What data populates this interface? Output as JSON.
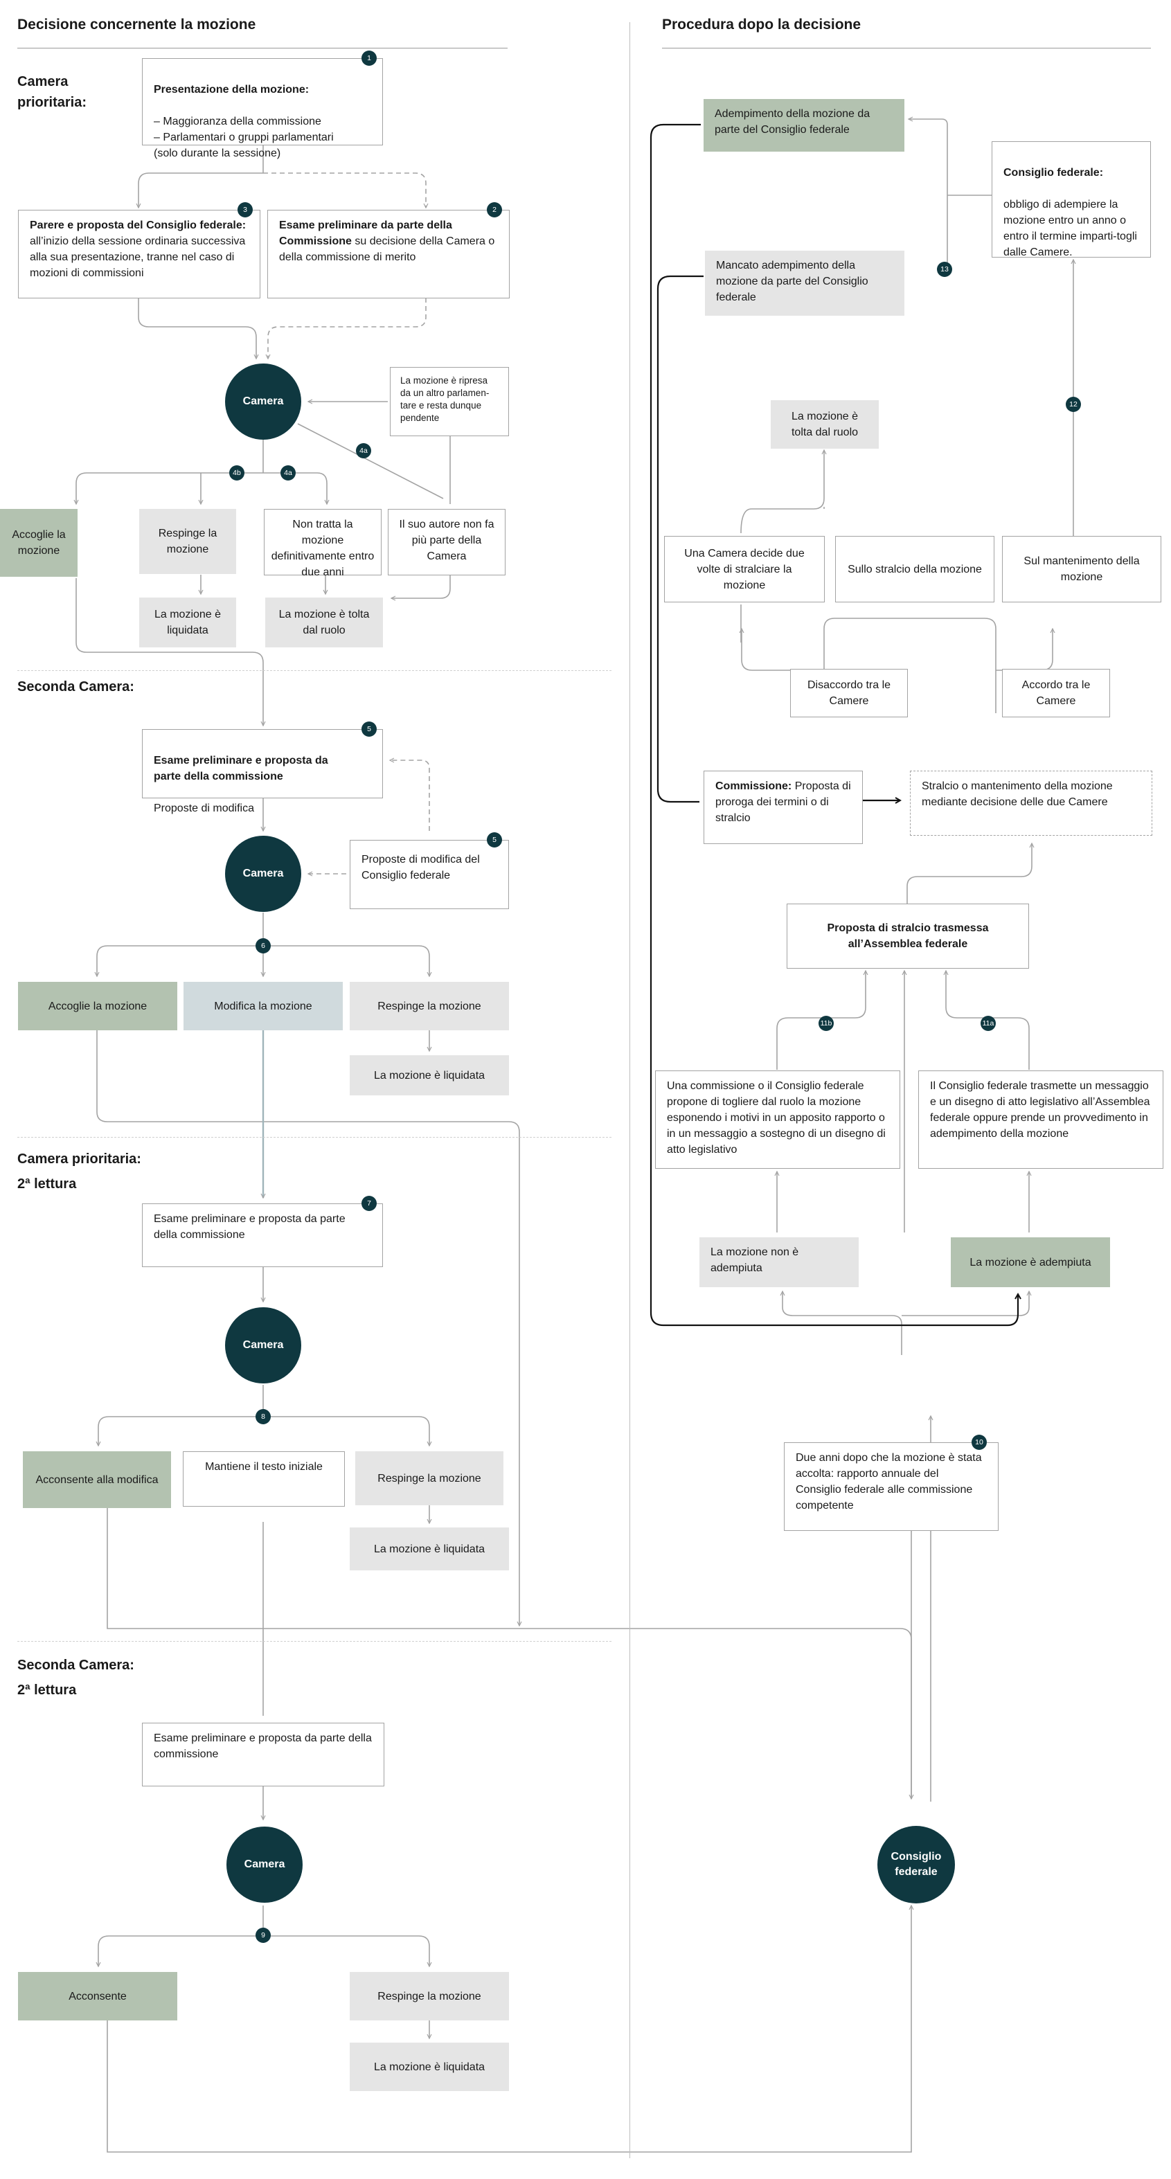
{
  "headers": {
    "left": "Decisione concernente la mozione",
    "right": "Procedura dopo la decisione"
  },
  "sections": {
    "priority": "Camera\nprioritaria:",
    "second": "Seconda Camera:",
    "priority2": "Camera prioritaria:\n2ª lettura",
    "second2": "Seconda Camera:\n2ª lettura"
  },
  "boxes": {
    "presentation_title": "Presentazione della mozione:",
    "presentation_body": "– Maggioranza della commissione\n– Parlamentari o gruppi parlamentari\n   (solo durante la sessione)",
    "cf_opinion_title": "Parere e proposta del Consiglio federale:",
    "cf_opinion_body": " all’inizio della sessione ordinaria successiva alla sua presentazione, tranne nel caso di mozioni di commissioni",
    "prelim_title": "Esame preliminare da parte della Commissione",
    "prelim_body": " su decisione della Camera o della commissione di merito",
    "resumed": "La mozione è ripresa da un altro parlamen-tare e resta dunque pendente",
    "accept": "Accoglie la mozione",
    "reject": "Respinge la mozione",
    "not_final": "Non tratta la mozione definitivamente entro due anni",
    "author_left": "Il suo autore non fa più parte della Camera",
    "settled1": "La mozione è liquidata",
    "removed1": "La mozione è tolta dal ruolo",
    "s2_prelim_title": "Esame preliminare e proposta da parte della commissione",
    "s2_prelim_body": "Proposte di modifica",
    "cf_amend": "Proposte di modifica del Consiglio federale",
    "s2_accept": "Accoglie la mozione",
    "s2_modify": "Modifica la mozione",
    "s2_reject": "Respinge la mozione",
    "s2_settled": "La mozione è liquidata",
    "p2_prelim": "Esame preliminare e proposta da parte della commissione",
    "p2_agree": "Acconsente alla modifica",
    "p2_keep": "Mantiene il testo iniziale",
    "p2_reject": "Respinge la mozione",
    "p2_settled": "La mozione è liquidata",
    "s22_prelim": "Esame preliminare e proposta da parte della commissione",
    "s22_agree": "Acconsente",
    "s22_reject": "Respinge la mozione",
    "s22_settled": "La mozione è liquidata",
    "fulfil_cf": "Adempimento della mozione da parte del Consiglio federale",
    "cf_duty_title": "Consiglio federale:",
    "cf_duty_body": "obbligo di adempiere la mozione entro un anno o entro il termine imparti-togli dalle Camere.",
    "non_fulfil": "Mancato adempimento della mozione da parte del Consiglio federale",
    "removed2": "La mozione è tolta dal ruolo",
    "twice": "Una Camera decide due volte di stralciare la mozione",
    "on_strike": "Sullo stralcio della mozione",
    "on_keep": "Sul mantenimento della mozione",
    "disagree": "Disaccordo tra le Camere",
    "agree": "Accordo tra le Camere",
    "commission_title": "Commissione:",
    "commission_body": " Proposta di proroga dei termini o di stralcio",
    "strike_decision": "Stralcio o mantenimento della mozione mediante decisione delle due Camere",
    "strike_proposal": "Proposta di stralcio trasmessa all’Assemblea federale",
    "commission_cf": "Una commissione o il Consiglio federale propone di togliere dal ruolo la mozione esponendo i motivi in un apposito rapporto o in un messaggio a sostegno di un disegno di atto legislativo",
    "cf_transmits": "Il Consiglio federale trasmette un messaggio e un disegno di atto legislativo all’Assemblea federale oppure prende un provvedimento in adempimento della mozione",
    "not_fulfilled": "La mozione non è adempiuta",
    "fulfilled": "La mozione è adempiuta",
    "two_years": "Due anni dopo che la mozione è stata accolta: rapporto annuale del Consiglio federale alle commissione competente"
  },
  "circles": {
    "camera": "Camera",
    "consiglio": "Consiglio\nfederale"
  },
  "badges": [
    "1",
    "2",
    "3",
    "4a",
    "4b",
    "4a",
    "5",
    "5",
    "6",
    "7",
    "8",
    "9",
    "10",
    "11a",
    "11b",
    "12",
    "13"
  ],
  "colors": {
    "dark": "#0f3840",
    "green": "#b3c2b0",
    "grey": "#e5e5e5",
    "blue_grey": "#d0dadd",
    "line": "#a3a3a3"
  }
}
